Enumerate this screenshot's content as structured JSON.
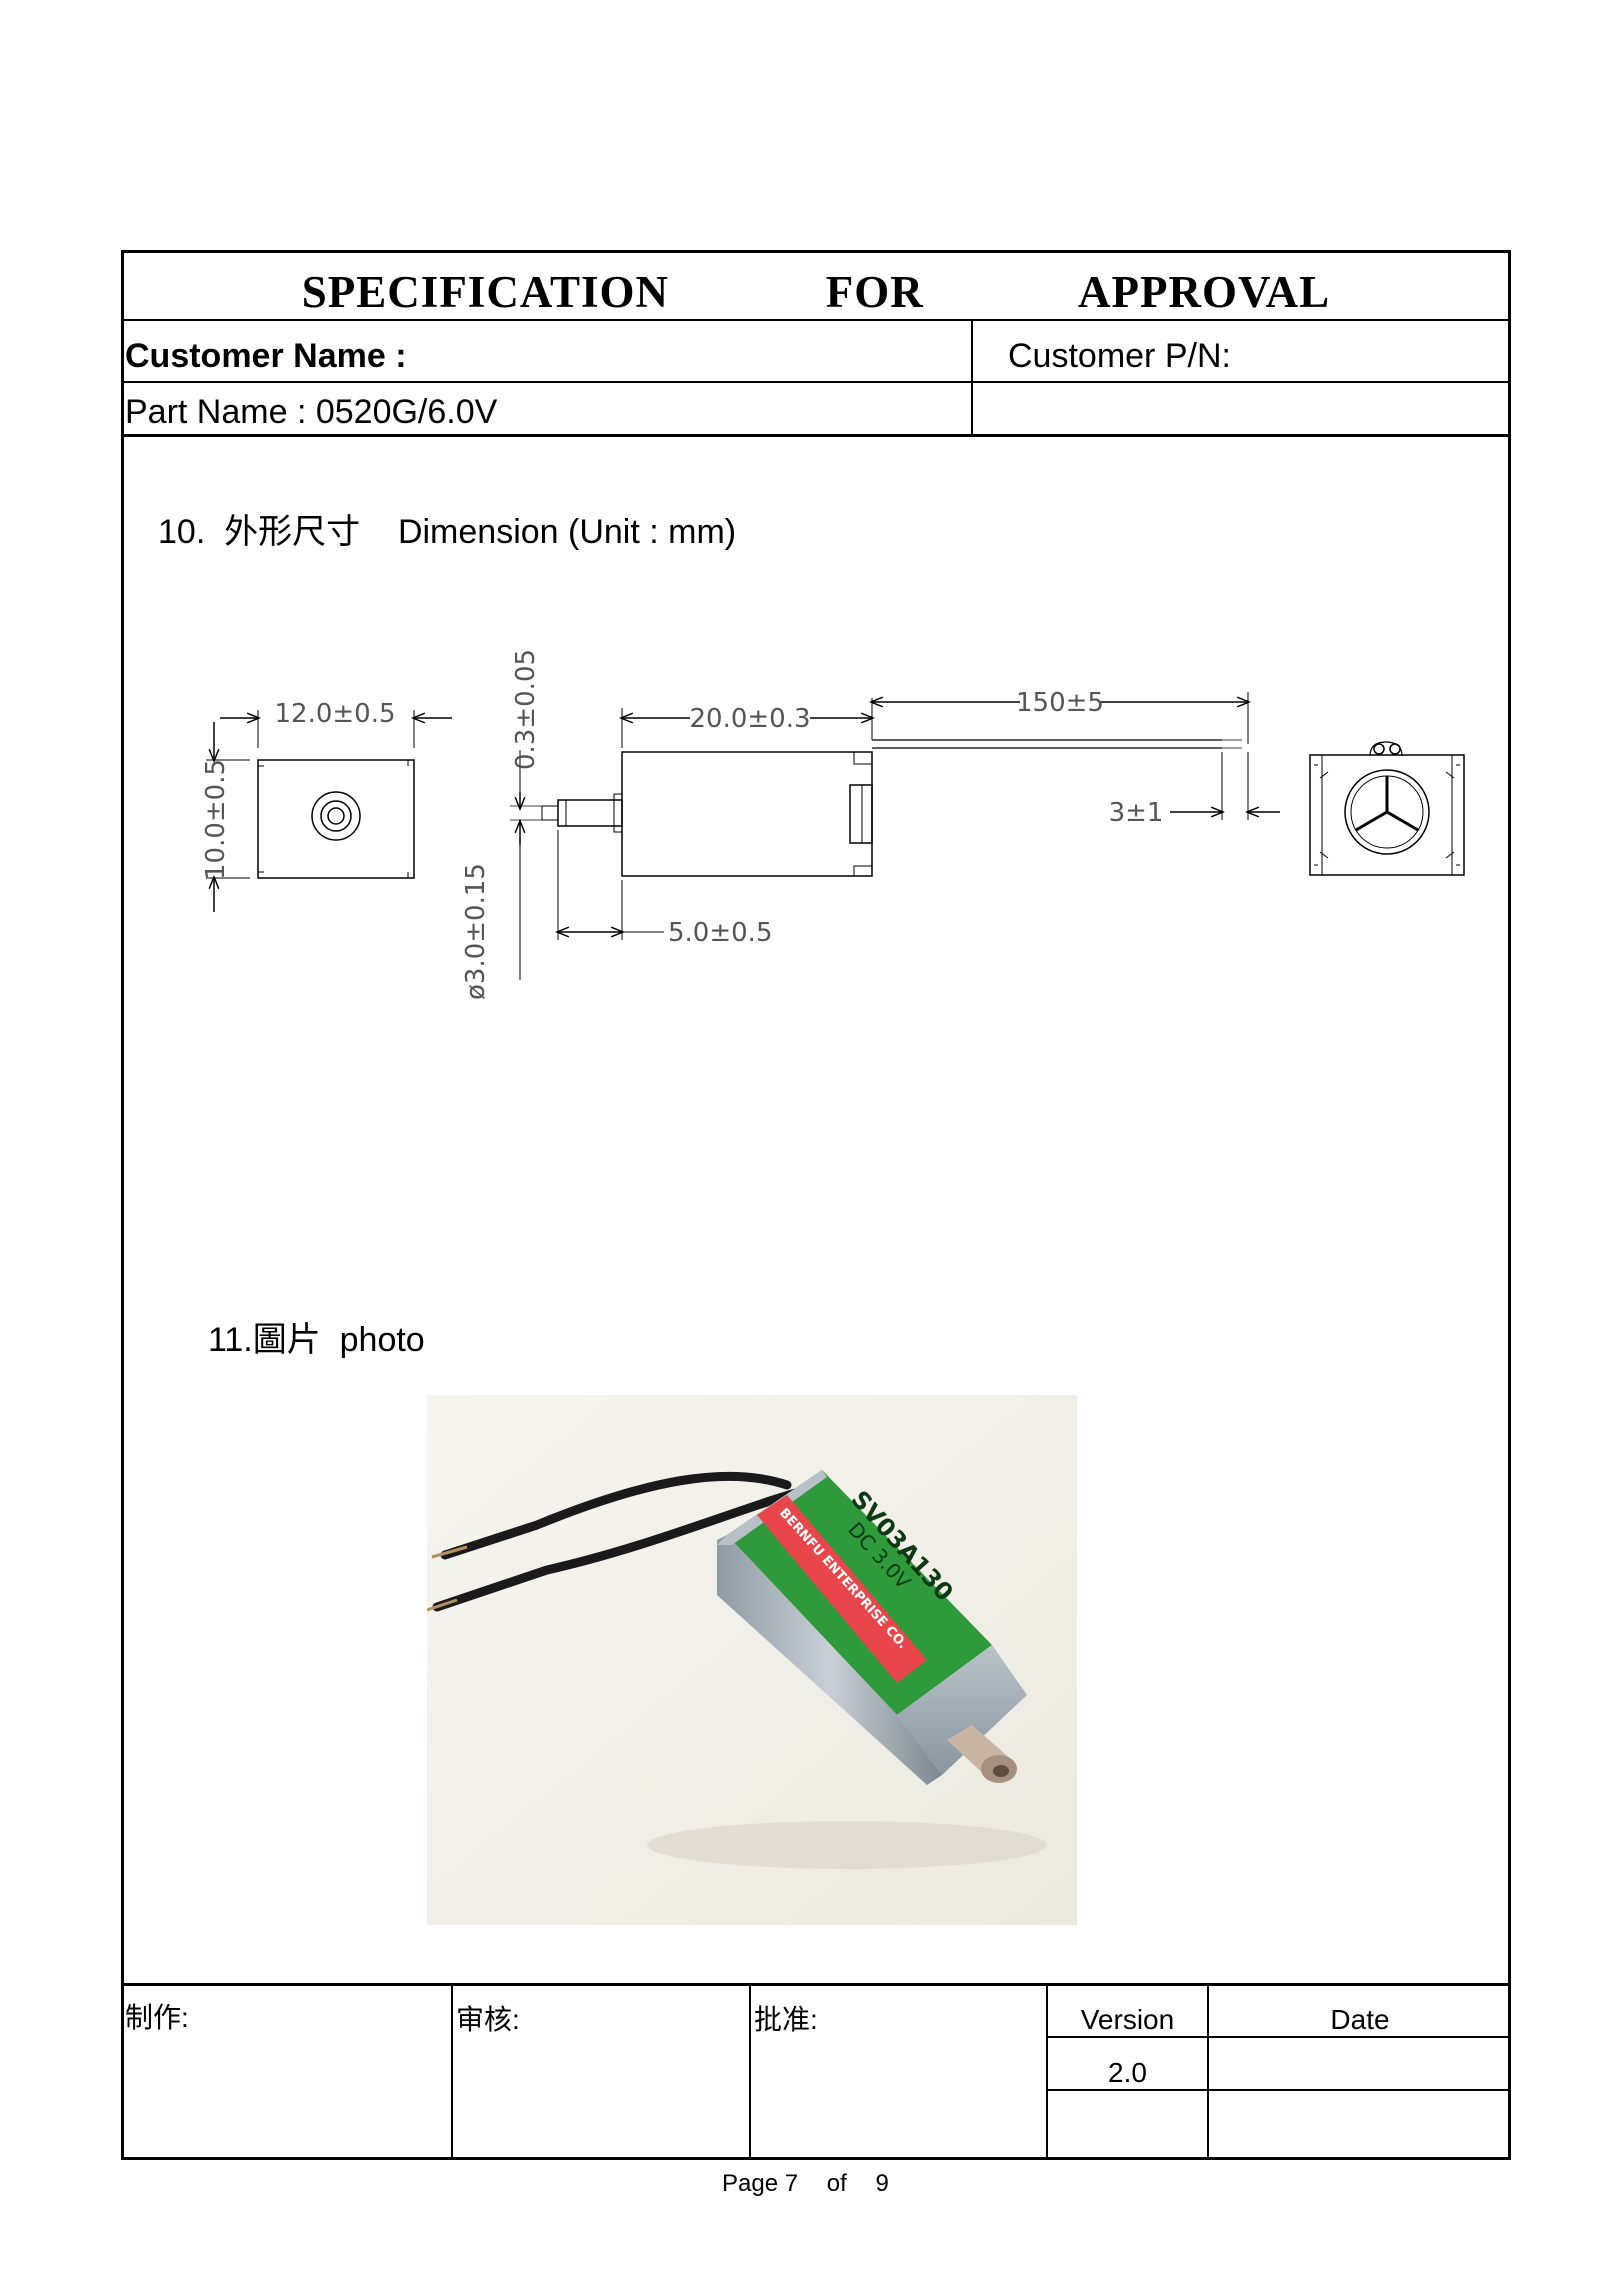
{
  "header": {
    "title": "SPECIFICATION   FOR   APPROVAL",
    "customer_name_label": "Customer Name :",
    "customer_pn_label": "Customer P/N:",
    "part_name": "Part Name : 0520G/6.0V",
    "part_name_right": ""
  },
  "section_dimension": {
    "heading": "10.  外形尺寸    Dimension (Unit : mm)",
    "dims": {
      "width": "12.0±0.5",
      "height": "10.0±0.5",
      "shaft_step": "0.3±0.05",
      "shaft_dia": "ø3.0±0.15",
      "body_length": "20.0±0.3",
      "shaft_length": "5.0±0.5",
      "lead_length": "150±5",
      "strip_length": "3±1"
    }
  },
  "section_photo": {
    "heading": "11.圖片  photo",
    "label_text": "SV03A130",
    "label_voltage": "DC 3.0V",
    "label_company": "BERNFU ENTERPRISE CO."
  },
  "footer": {
    "made_by_label": "制作:",
    "review_label": "审核:",
    "approve_label": "批准:",
    "version_label": "Version",
    "date_label": "Date",
    "version_value": "2.0",
    "date_value": ""
  },
  "page": {
    "page_label": "Page 7",
    "of_label": "of",
    "total": "9"
  }
}
